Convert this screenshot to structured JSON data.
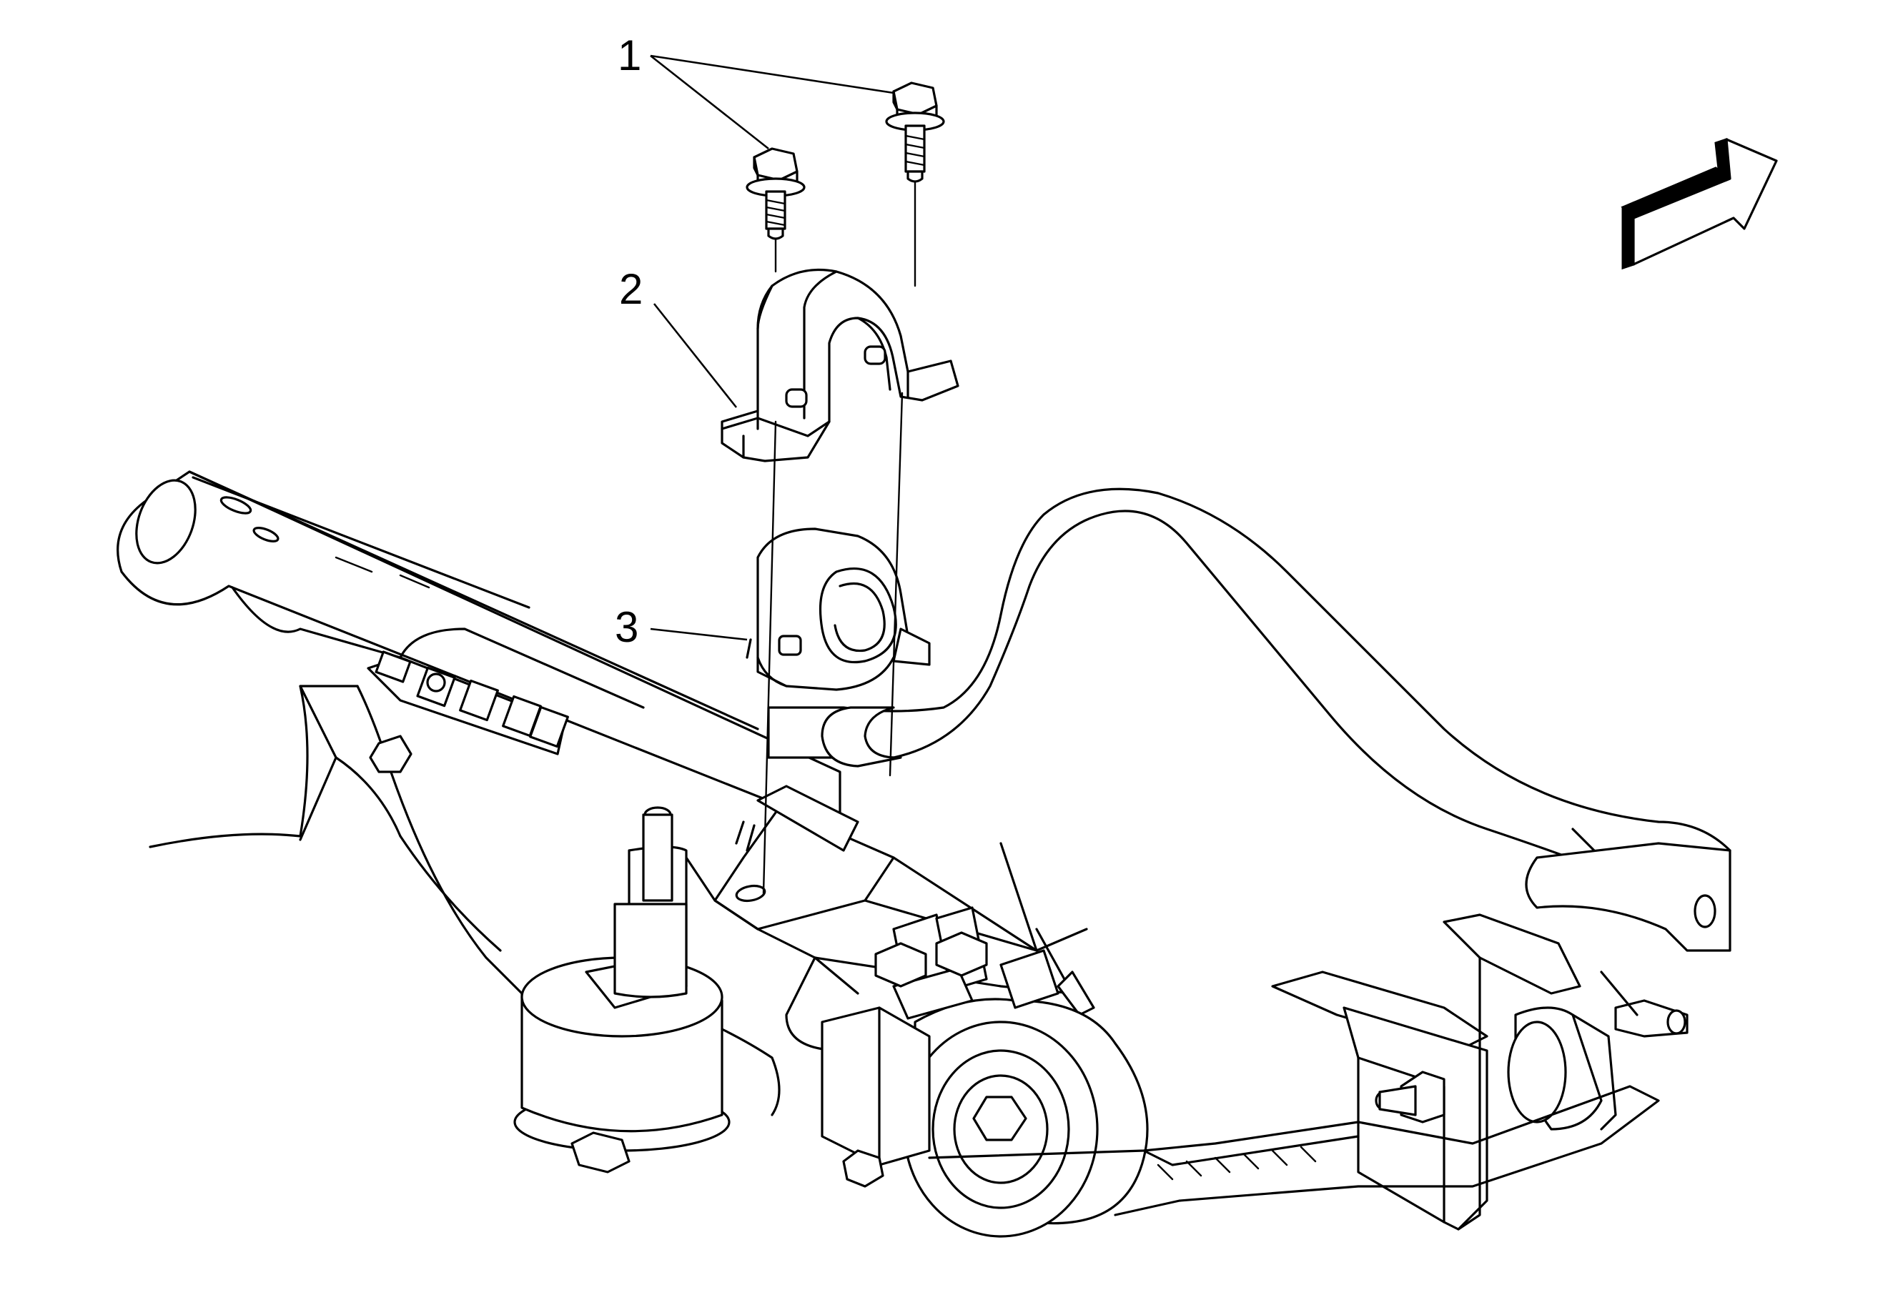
{
  "callouts": [
    {
      "id": "1",
      "label": "1"
    },
    {
      "id": "2",
      "label": "2"
    },
    {
      "id": "3",
      "label": "3"
    }
  ],
  "icons": {
    "direction": "front-direction-arrow-icon"
  },
  "colors": {
    "line": "#000000",
    "background": "#ffffff"
  }
}
